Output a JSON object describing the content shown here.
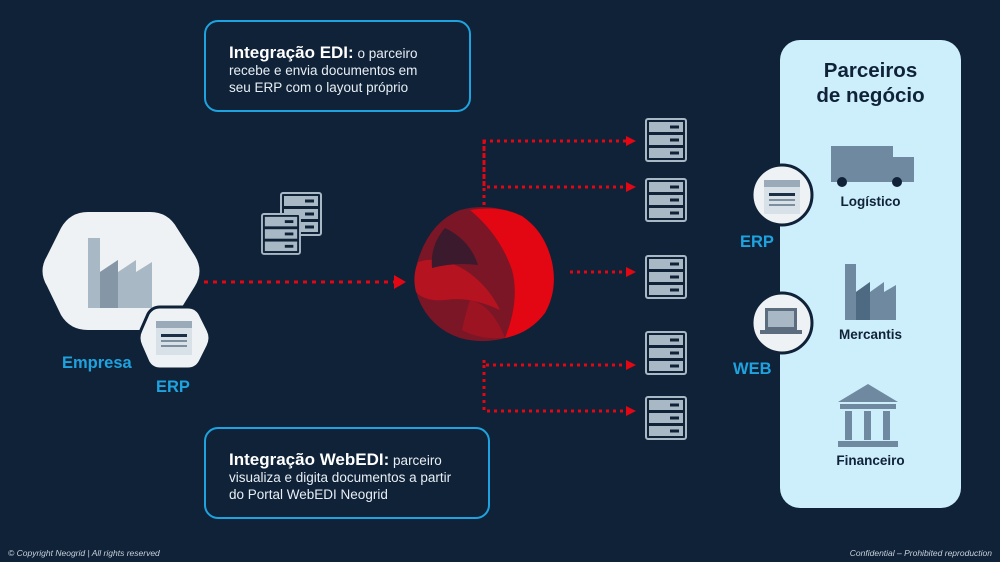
{
  "edi_callout": {
    "title": "Integração EDI:",
    "text_1": "o parceiro",
    "text_2": "recebe e envia documentos em",
    "text_3": "seu ERP com o layout próprio"
  },
  "webedi_callout": {
    "title": "Integração WebEDI:",
    "text_1": "parceiro",
    "text_2": "visualiza e digita documentos a partir",
    "text_3": "do Portal WebEDI Neogrid"
  },
  "company": {
    "label": "Empresa",
    "erp_label": "ERP",
    "icons": [
      "factory-icon",
      "erp-document-icon"
    ]
  },
  "partners": {
    "title_line1": "Parceiros",
    "title_line2": "de negócio",
    "erp_label": "ERP",
    "web_label": "WEB",
    "items": [
      {
        "label": "Logístico",
        "icon": "truck-icon"
      },
      {
        "label": "Mercantis",
        "icon": "factory-icon"
      },
      {
        "label": "Financeiro",
        "icon": "bank-icon"
      }
    ]
  },
  "hub": {
    "icon": "neogrid-logo-icon"
  },
  "colors": {
    "background": "#0f2238",
    "accent_blue": "#1fa3e0",
    "arrow_red": "#e30613",
    "panel": "#cdeefb",
    "icon_gray": "#a9b8c5"
  },
  "footer": {
    "left": "© Copyright Neogrid | All rights reserved",
    "right": "Confidential – Prohibited reproduction"
  }
}
